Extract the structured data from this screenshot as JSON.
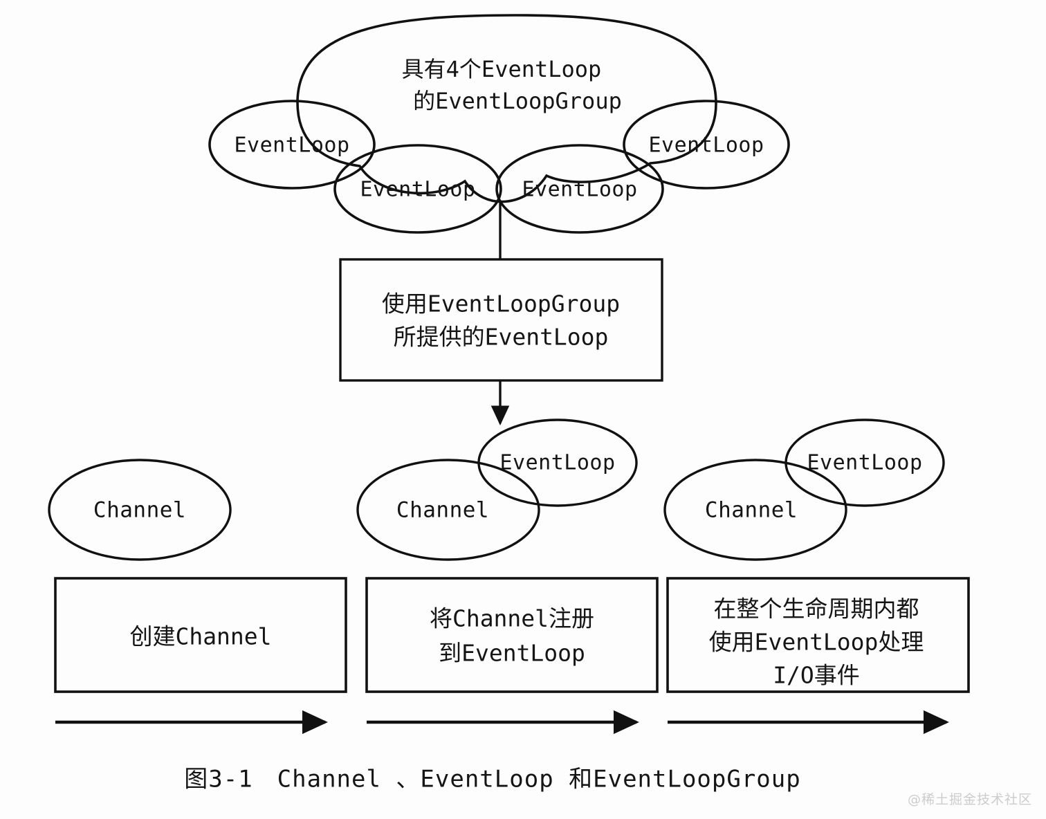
{
  "figure": {
    "caption": "图3-1　Channel 、EventLoop 和EventLoopGroup",
    "watermark": "@稀土掘金技术社区",
    "colors": {
      "background": "#fdfdfd",
      "stroke": "#111111",
      "shape_fill": "#fbfbfb",
      "text": "#151515",
      "watermark": "#cccccc"
    }
  },
  "cloud": {
    "label_line1": "具有4个EventLoop",
    "label_line2": "的EventLoopGroup",
    "event_loops": [
      {
        "label": "EventLoop"
      },
      {
        "label": "EventLoop"
      },
      {
        "label": "EventLoop"
      },
      {
        "label": "EventLoop"
      }
    ]
  },
  "middle_box": {
    "line1": "使用EventLoopGroup",
    "line2": "所提供的EventLoop"
  },
  "stages": [
    {
      "id": "create-channel",
      "channel_label": "Channel",
      "event_loop_label": null,
      "box_lines": [
        "创建Channel"
      ]
    },
    {
      "id": "register-channel",
      "channel_label": "Channel",
      "event_loop_label": "EventLoop",
      "box_lines": [
        "将Channel注册",
        "到EventLoop"
      ]
    },
    {
      "id": "handle-io",
      "channel_label": "Channel",
      "event_loop_label": "EventLoop",
      "box_lines": [
        "在整个生命周期内都",
        "使用EventLoop处理",
        "I/O事件"
      ]
    }
  ]
}
